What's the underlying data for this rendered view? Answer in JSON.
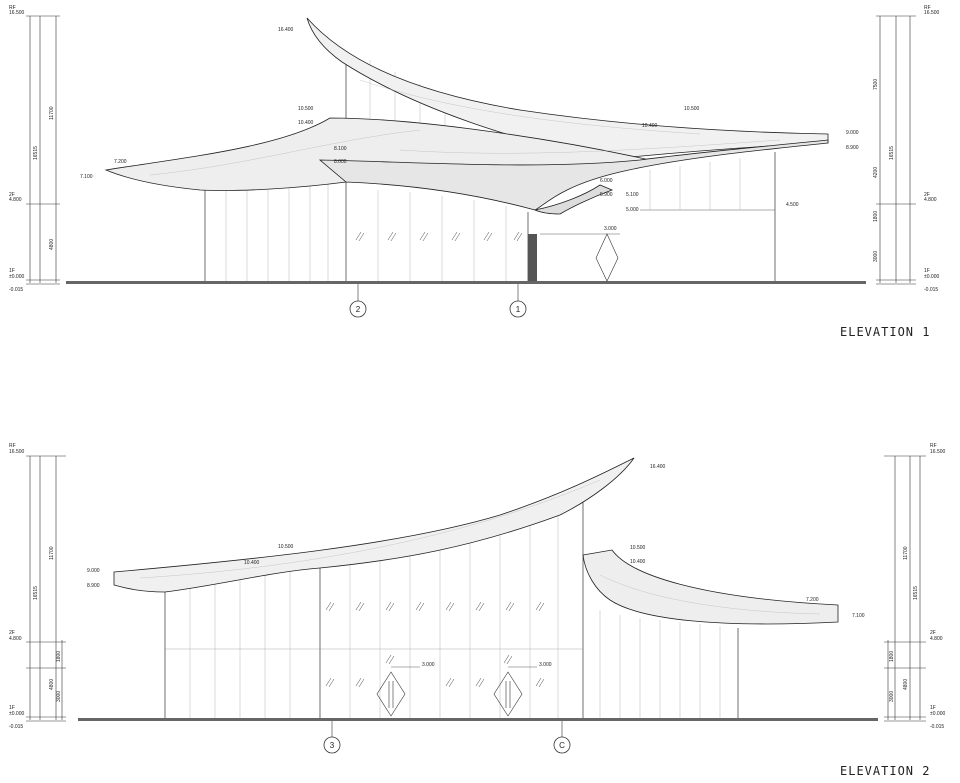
{
  "elevation1": {
    "title": "ELEVATION 1",
    "axes": [
      "2",
      "1"
    ],
    "left_levels": [
      {
        "code": "RF",
        "value": "16.500"
      },
      {
        "code": "2F",
        "value": "4.800"
      },
      {
        "code": "1F",
        "value": "±0.000"
      },
      {
        "code": "",
        "value": "-0.015"
      }
    ],
    "right_levels": [
      {
        "code": "RF",
        "value": "16.500"
      },
      {
        "code": "2F",
        "value": "4.800"
      },
      {
        "code": "1F",
        "value": "±0.000"
      },
      {
        "code": "",
        "value": "-0.015"
      }
    ],
    "left_dims": {
      "total": "16515",
      "upper": "11700",
      "lower": "4800"
    },
    "right_dims": {
      "total": "16515",
      "a": "7500",
      "b": "4200",
      "c": "1800",
      "d": "3000"
    },
    "annotations": [
      "16.400",
      "10.500",
      "10.400",
      "7.200",
      "7.100",
      "8.100",
      "8.000",
      "10.500",
      "10.400",
      "9.000",
      "8.900",
      "6.000",
      "5.900",
      "5.100",
      "5.000",
      "4.500",
      "3.000"
    ]
  },
  "elevation2": {
    "title": "ELEVATION 2",
    "axes": [
      "3",
      "C"
    ],
    "left_levels": [
      {
        "code": "RF",
        "value": "16.500"
      },
      {
        "code": "2F",
        "value": "4.800"
      },
      {
        "code": "1F",
        "value": "±0.000"
      },
      {
        "code": "",
        "value": "-0.015"
      }
    ],
    "right_levels": [
      {
        "code": "RF",
        "value": "16.500"
      },
      {
        "code": "2F",
        "value": "4.800"
      },
      {
        "code": "1F",
        "value": "±0.000"
      },
      {
        "code": "",
        "value": "-0.015"
      }
    ],
    "left_dims": {
      "total": "16515",
      "upper": "11700",
      "mid": "1800",
      "low": "3000",
      "base": "4800"
    },
    "right_dims": {
      "total": "16515",
      "upper": "11700",
      "mid": "1800",
      "low": "3000",
      "base": "4800"
    },
    "annotations": [
      "16.400",
      "10.500",
      "10.400",
      "9.000",
      "8.900",
      "10.500",
      "10.400",
      "7.200",
      "7.100",
      "3.000",
      "3.000"
    ]
  }
}
